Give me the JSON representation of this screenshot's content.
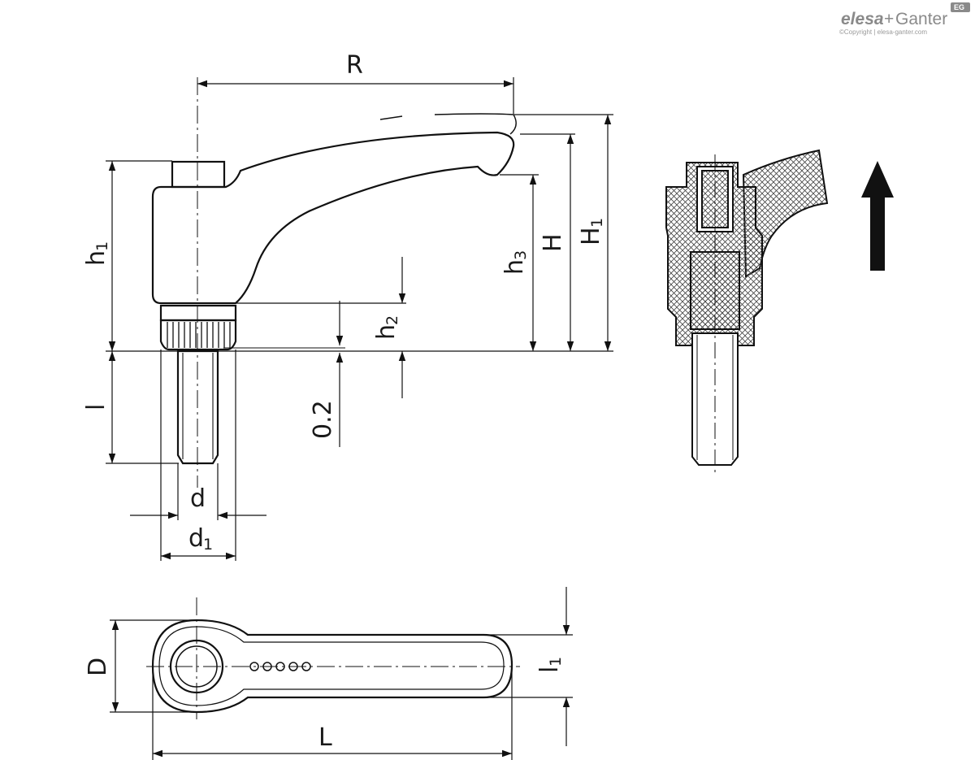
{
  "brand": {
    "name_bold": "elesa",
    "name_plus": "+",
    "name_rest": "Ganter",
    "badge": "EG",
    "copyright": "©Copyright | elesa-ganter.com"
  },
  "dimensions": {
    "R": "R",
    "h1_main": "h",
    "h1_sub": "1",
    "h2_main": "h",
    "h2_sub": "2",
    "h3_main": "h",
    "h3_sub": "3",
    "H": "H",
    "H1_main": "H",
    "H1_sub": "1",
    "l": "l",
    "clearance": "0.2",
    "d": "d",
    "d1_main": "d",
    "d1_sub": "1",
    "D": "D",
    "l1_main": "l",
    "l1_sub": "1",
    "L": "L"
  },
  "colors": {
    "line": "#111111",
    "hatch": "#444444",
    "brand": "#8a8a8a"
  }
}
